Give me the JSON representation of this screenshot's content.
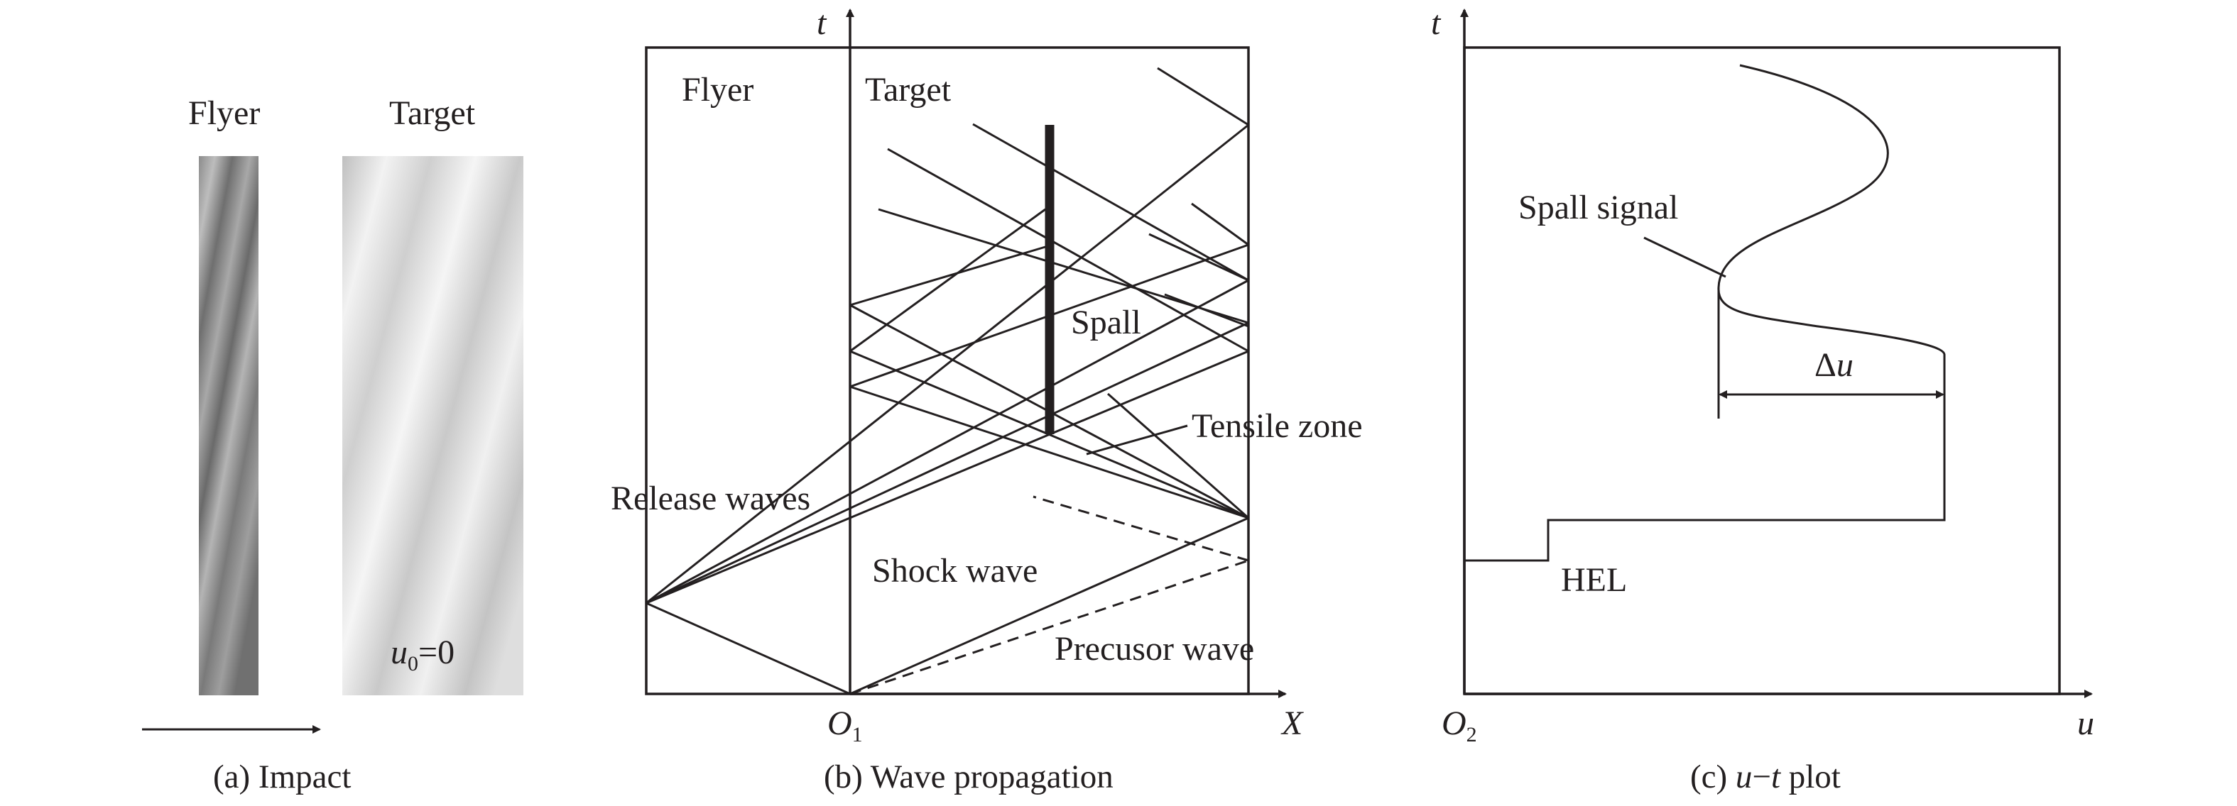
{
  "panel_a": {
    "caption": "(a) Impact",
    "flyer_label": "Flyer",
    "target_label": "Target",
    "velocity_symbol": "u",
    "velocity_subscript": "0",
    "velocity_value": "=0"
  },
  "panel_b": {
    "caption": "(b) Wave propagation",
    "t_axis": "t",
    "x_axis": "X",
    "origin": "O",
    "origin_subscript": "1",
    "flyer_label": "Flyer",
    "target_label": "Target",
    "spall_label": "Spall",
    "tensile_zone_label": "Tensile zone",
    "release_waves_label": "Release waves",
    "shock_wave_label": "Shock wave",
    "precursor_wave_label": "Precusor wave"
  },
  "panel_c": {
    "caption_prefix": "(c) ",
    "caption_variable": "u",
    "caption_dash": "−",
    "caption_variable2": "t",
    "caption_suffix": " plot",
    "t_axis": "t",
    "u_axis": "u",
    "origin": "O",
    "origin_subscript": "2",
    "spall_signal_label": "Spall signal",
    "delta_u_symbol": "Δ",
    "delta_u_variable": "u",
    "hel_label": "HEL"
  },
  "colors": {
    "ink": "#231f20",
    "flyer_plate_dark": "#7a7a7a",
    "target_plate_light": "#d9d9d9"
  }
}
